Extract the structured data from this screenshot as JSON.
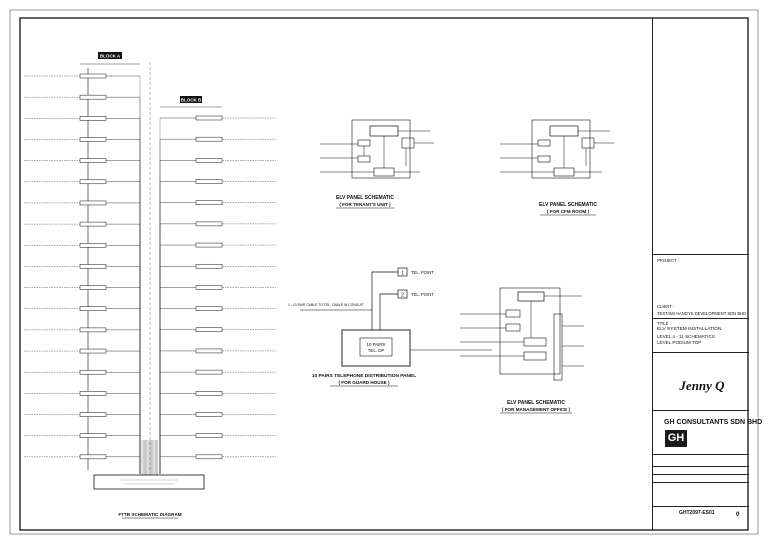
{
  "drawing": {
    "riser_title": "FTTB SCHEMATIC DIAGRAM",
    "block_a_tag": "BLOCK A",
    "block_b_tag": "BLOCK B",
    "panel_tenant_title": "ELV PANEL SCHEMATIC",
    "panel_tenant_sub": "( FOR TENANT'S UNIT )",
    "panel_cfm_title": "ELV PANEL SCHEMATIC",
    "panel_cfm_sub": "( FOR CFM ROOM )",
    "guard_box_line1": "10 PAIRS",
    "guard_box_line2": "TEL. DP",
    "guard_title": "10 PAIRS TELEPHONE DISTRIBUTION PANEL",
    "guard_sub": "( FOR GUARD HOUSE )",
    "mgmt_title": "ELV PANEL SCHEMATIC",
    "mgmt_sub": "( FOR MANAGEMENT OFFICE )",
    "tel_point_1": "TEL. POINT",
    "tel_point_2": "TEL. POINT",
    "tel_label_1": "1",
    "tel_label_2": "2",
    "incoming_note": "1 - 10 PAIR CABLE TO TEL. CABLE IN CONDUIT"
  },
  "title_block": {
    "consultant": "GH CONSULTANTS SDN BHD",
    "consultant_logo": "GH",
    "client_logo": "Jenny Q",
    "project_label": "PROJECT :",
    "title_label": "TITLE :",
    "title_line1": "ELV SYSTEM INSTALLATION",
    "title_line2": "LEVEL 4 - 11 SCHEMATICS",
    "title_line3": "LEVEL PODIUM TOP",
    "client_label": "CLIENT :",
    "client_name": "TESTAMI HANDYS DEVELOPMENT SDN BHD",
    "drawing_no": "GHT2097-ES01",
    "revision": "0"
  }
}
